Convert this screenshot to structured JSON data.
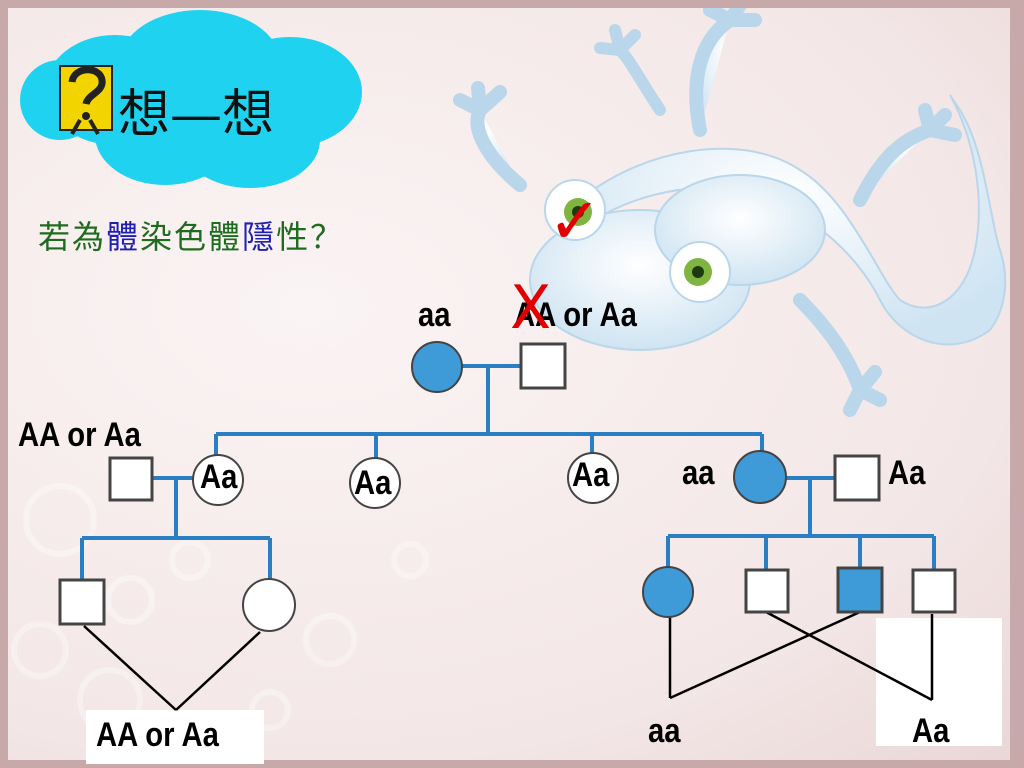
{
  "title": "想—想",
  "question": {
    "part1": "若為",
    "part2": "體",
    "part3": "染色體",
    "part4": "隱",
    "part5": "性？"
  },
  "genotypes": {
    "gen1_mother": "aa",
    "gen1_father": "AA or Aa",
    "gen2_husband": "AA or Aa",
    "gen2_daughter1": "Aa",
    "gen2_daughter2": "Aa",
    "gen2_daughter3": "Aa",
    "gen2_daughter4": "aa",
    "gen2_husband2": "Aa",
    "gen3_left_children": "AA or Aa",
    "gen3_right_affected": "aa",
    "gen3_right_unaffected": "Aa"
  },
  "marks": {
    "check": "✓",
    "cross": "X"
  },
  "colors": {
    "affected": "#3f9ad8",
    "line": "#2a7fc4",
    "mark": "#e00000",
    "cloud": "#1fd3f0"
  }
}
